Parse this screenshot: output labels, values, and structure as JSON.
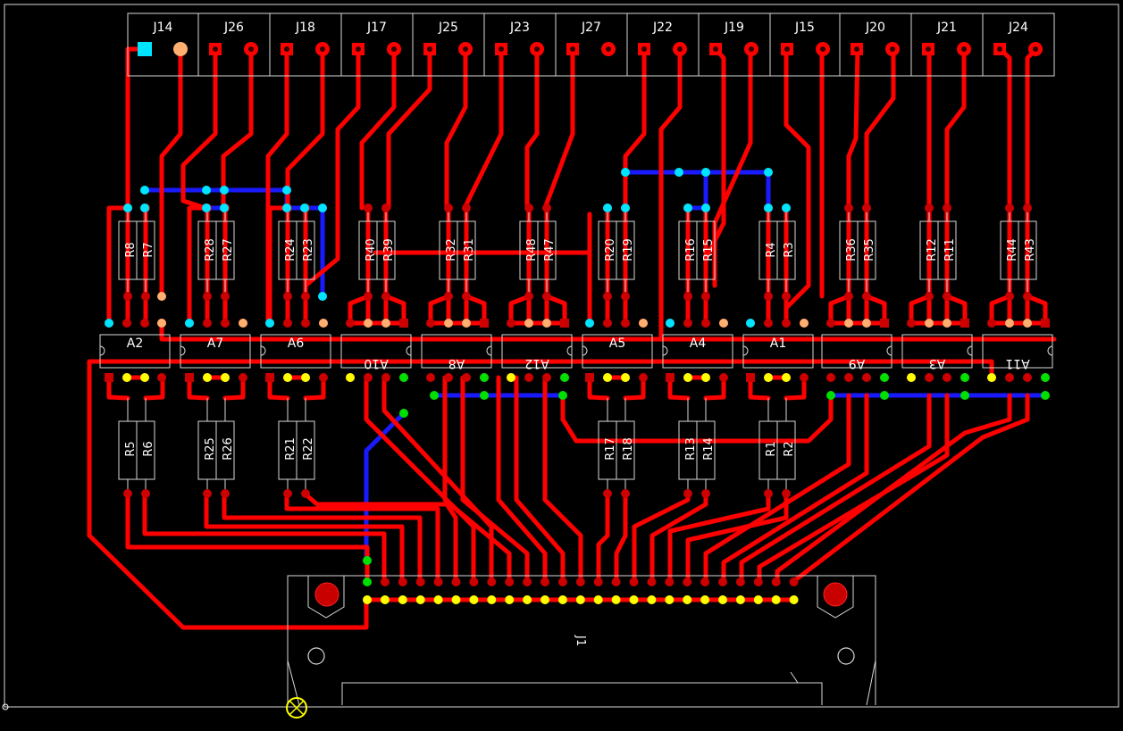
{
  "colors": {
    "background": "#000000",
    "outline": "#d8d8d8",
    "top_trace": "#ff0000",
    "bottom_trace": "#1a1aff",
    "pad_red": "#cc0000",
    "pad_yellow": "#ffff00",
    "pad_green": "#00e000",
    "pad_cyan": "#00e5ff",
    "pad_peach": "#ffb070",
    "silk": "#ffffff"
  },
  "connectors": [
    "J14",
    "J26",
    "J18",
    "J17",
    "J25",
    "J23",
    "J27",
    "J22",
    "J19",
    "J15",
    "J20",
    "J21",
    "J24"
  ],
  "resistor_pairs_top": [
    [
      "R8",
      "R7"
    ],
    [
      "R28",
      "R27"
    ],
    [
      "R24",
      "R23"
    ],
    [
      "R40",
      "R39"
    ],
    [
      "R32",
      "R31"
    ],
    [
      "R48",
      "R47"
    ],
    [
      "R20",
      "R19"
    ],
    [
      "R16",
      "R15"
    ],
    [
      "R4",
      "R3"
    ],
    [
      "R36",
      "R35"
    ],
    [
      "R12",
      "R11"
    ],
    [
      "R44",
      "R43"
    ]
  ],
  "resistor_pairs_bottom": [
    [
      "R5",
      "R6"
    ],
    [
      "R25",
      "R26"
    ],
    [
      "R21",
      "R22"
    ],
    [
      "R17",
      "R18"
    ],
    [
      "R13",
      "R14"
    ],
    [
      "R1",
      "R2"
    ]
  ],
  "ics": [
    "A2",
    "A7",
    "A6",
    "A10",
    "A8",
    "A12",
    "A5",
    "A4",
    "A1",
    "A9",
    "A3",
    "A11"
  ],
  "main_connector": "J1"
}
